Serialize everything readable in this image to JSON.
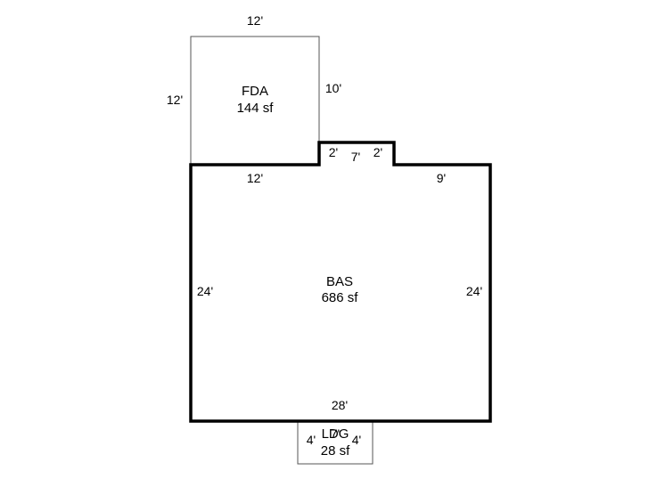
{
  "areas": {
    "fda": {
      "name": "FDA",
      "area": "144 sf"
    },
    "bas": {
      "name": "BAS",
      "area": "686 sf"
    },
    "ldg": {
      "name": "LDG",
      "area": "28 sf"
    }
  },
  "dimensions": {
    "fda_top": "12'",
    "fda_left": "12'",
    "fda_right": "10'",
    "bas_top_left": "12'",
    "bump_left": "2'",
    "bump_top": "7'",
    "bump_right": "2'",
    "bas_top_right": "9'",
    "bas_left": "24'",
    "bas_right": "24'",
    "bas_bottom": "28'",
    "ldg_left": "4'",
    "ldg_top": "7'",
    "ldg_right": "4'"
  }
}
